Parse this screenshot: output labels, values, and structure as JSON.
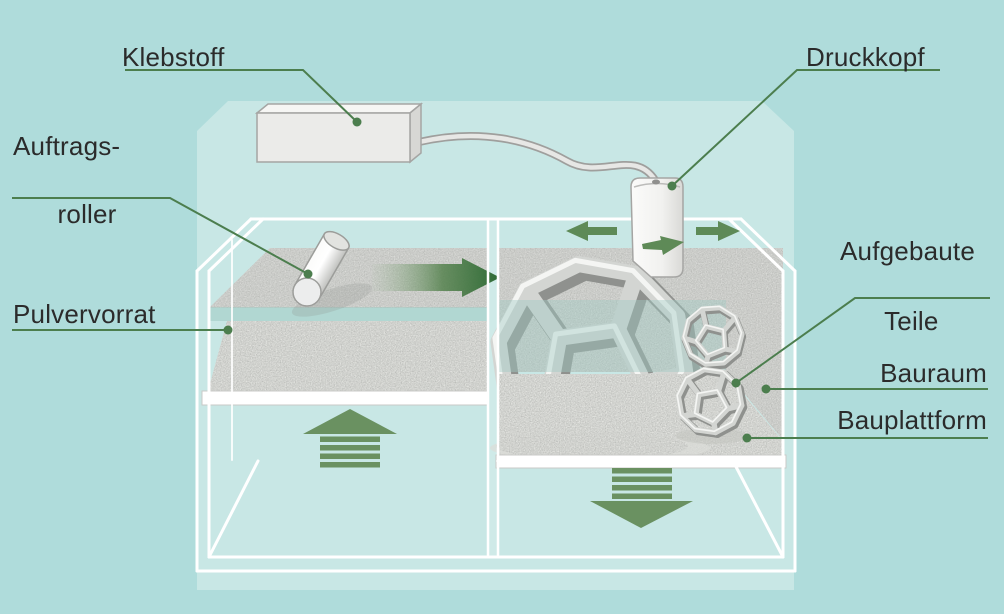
{
  "diagram": {
    "title": "Binder-jetting 3D printing process schematic",
    "labels": {
      "klebstoff": "Klebstoff",
      "druckkopf": "Druckkopf",
      "auftragsroller": [
        "Auftrags-",
        "roller"
      ],
      "pulvervorrat": "Pulvervorrat",
      "aufgebaute_teile": [
        "Aufgebaute",
        "Teile"
      ],
      "bauraum": "Bauraum",
      "bauplattform": "Bauplattform"
    },
    "arrows": {
      "recoating_direction": "right-gradient-arrow",
      "print_head_travel_left": "left-arrow",
      "print_head_travel_right": "right-arrow",
      "print_head_jet": "down-arrow",
      "supply_piston": "up-striped-arrow",
      "build_piston": "down-striped-arrow"
    },
    "colors": {
      "background": "#afdcdb",
      "machine_body": "#c8e7e5",
      "leader_green": "#4c7e4e",
      "arrow_green": "#648e5c",
      "arrow_dark_green": "#2e6a35",
      "text": "#2b2b2b",
      "wireframe": "#ffffff"
    }
  }
}
